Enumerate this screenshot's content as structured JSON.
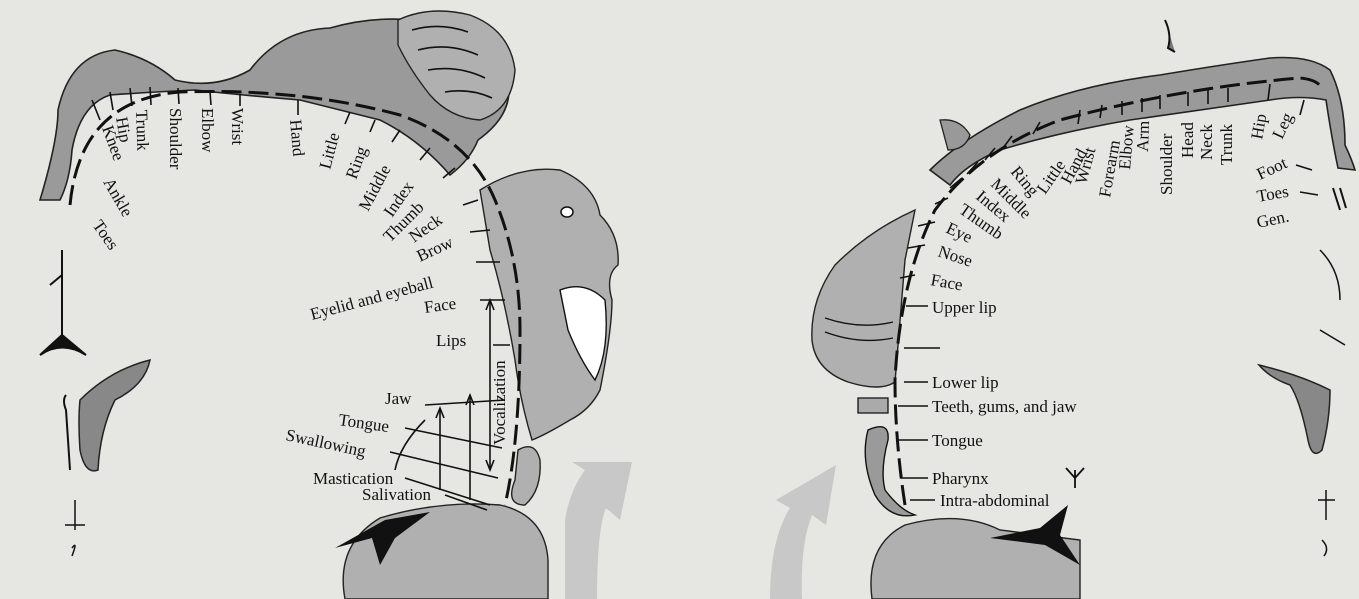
{
  "left_labels": {
    "toes": "Toes",
    "ankle": "Ankle",
    "knee": "Knee",
    "hip": "Hip",
    "trunk": "Trunk",
    "shoulder": "Shoulder",
    "elbow": "Elbow",
    "wrist": "Wrist",
    "hand": "Hand",
    "little": "Little",
    "ring": "Ring",
    "middle": "Middle",
    "index": "Index",
    "thumb": "Thumb",
    "neck": "Neck",
    "brow": "Brow",
    "eyelid": "Eyelid and eyeball",
    "face": "Face",
    "lips": "Lips",
    "jaw": "Jaw",
    "tongue": "Tongue",
    "swallowing": "Swallowing",
    "mastication": "Mastication",
    "salivation": "Salivation",
    "vocalization": "Vocalization"
  },
  "right_labels": {
    "gen": "Gen.",
    "toes": "Toes",
    "foot": "Foot",
    "leg": "Leg",
    "hip": "Hip",
    "trunk": "Trunk",
    "neck": "Neck",
    "head": "Head",
    "shoulder": "Shoulder",
    "arm": "Arm",
    "elbow": "Elbow",
    "forearm": "Forearm",
    "wrist": "Wrist",
    "hand": "Hand",
    "little": "Little",
    "ring": "Ring",
    "middle": "Middle",
    "index": "Index",
    "thumb": "Thumb",
    "eye": "Eye",
    "nose": "Nose",
    "face": "Face",
    "upper_lip": "Upper lip",
    "lower_lip": "Lower lip",
    "teeth": "Teeth, gums, and jaw",
    "tongue": "Tongue",
    "pharynx": "Pharynx",
    "intra": "Intra-abdominal"
  },
  "colors": {
    "paper": "#e6e6e2",
    "figure": "#9a9a9a",
    "arrow": "#c8c8c8",
    "ink": "#111111"
  }
}
